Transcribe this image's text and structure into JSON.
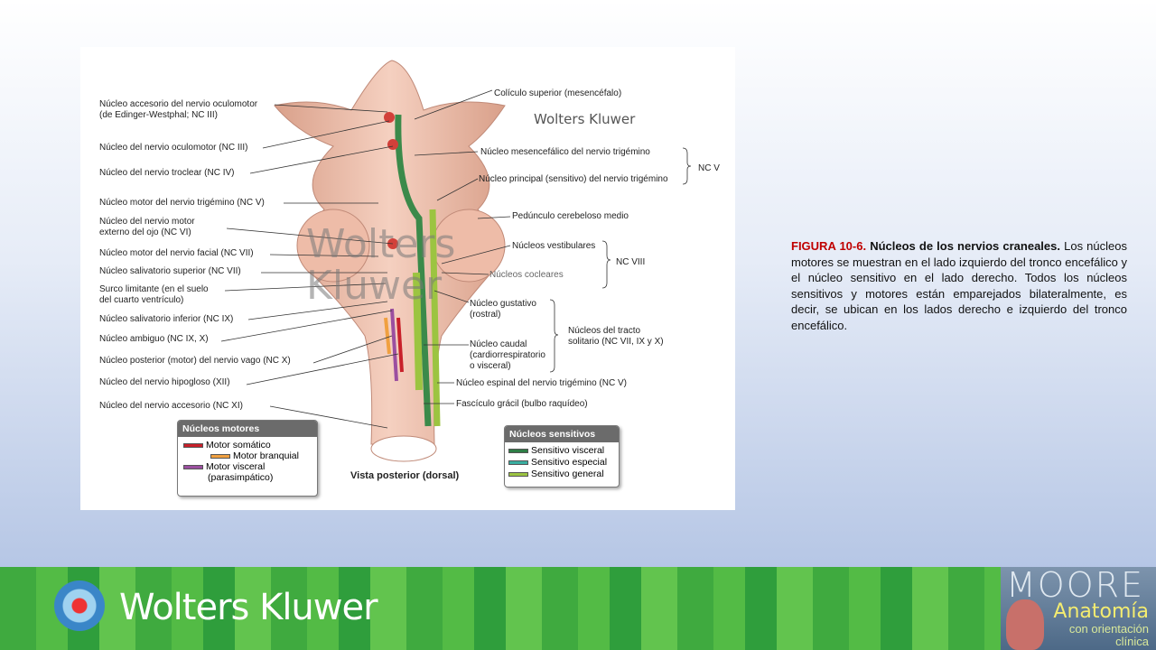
{
  "figure": {
    "watermark_small": "Wolters Kluwer",
    "watermark_large": "Wolters Kluwer",
    "left_labels": [
      [
        "Núcleo accesorio del nervio oculomotor",
        "(de Edinger-Westphal; NC III)"
      ],
      [
        "Núcleo del nervio oculomotor (NC III)"
      ],
      [
        "Núcleo del nervio troclear (NC IV)"
      ],
      [
        "Núcleo motor del nervio trigémino (NC V)"
      ],
      [
        "Núcleo del nervio motor",
        "externo del ojo (NC VI)"
      ],
      [
        "Núcleo motor del nervio facial (NC VII)"
      ],
      [
        "Núcleo salivatorio superior (NC VII)"
      ],
      [
        "Surco limitante (en el suelo",
        "del cuarto ventrículo)"
      ],
      [
        "Núcleo salivatorio inferior (NC IX)"
      ],
      [
        "Núcleo ambiguo (NC IX, X)"
      ],
      [
        "Núcleo posterior (motor) del nervio vago (NC X)"
      ],
      [
        "Núcleo del nervio hipogloso (XII)"
      ],
      [
        "Núcleo del nervio accesorio (NC XI)"
      ]
    ],
    "right_labels": {
      "coliculo": "Colículo superior (mesencéfalo)",
      "mesencefalico": "Núcleo mesencefálico del nervio trigémino",
      "principal": "Núcleo principal (sensitivo) del nervio trigémino",
      "nc_v": "NC V",
      "pedunculo": "Pedúnculo cerebeloso medio",
      "vestibulares": "Núcleos vestibulares",
      "cocleares": "Núcleos cocleares",
      "nc_viii": "NC VIII",
      "gustativo": [
        "Núcleo gustativo",
        "(rostral)"
      ],
      "caudal": [
        "Núcleo caudal",
        "(cardiorrespiratorio",
        "o visceral)"
      ],
      "tracto": [
        "Núcleos del tracto",
        "solitario (NC VII, IX y X)"
      ],
      "espinal": "Núcleo espinal del nervio trigémino (NC V)",
      "fasciculo": "Fascículo grácil (bulbo raquídeo)"
    },
    "view_label": "Vista posterior (dorsal)",
    "legend_motor": {
      "title": "Núcleos motores",
      "items": [
        {
          "label": "Motor somático",
          "color": "#c8202a"
        },
        {
          "label": "Motor branquial",
          "color": "#f0a040"
        },
        {
          "label": "Motor visceral",
          "label2": "(parasimpático)",
          "color": "#9b4fa0"
        }
      ]
    },
    "legend_sensory": {
      "title": "Núcleos sensitivos",
      "items": [
        {
          "label": "Sensitivo visceral",
          "color": "#2e7d46"
        },
        {
          "label": "Sensitivo especial",
          "color": "#3aaea0"
        },
        {
          "label": "Sensitivo general",
          "color": "#9cc441"
        }
      ]
    }
  },
  "caption": {
    "figure_number": "FIGURA 10-6.",
    "title": "Núcleos de los nervios craneales.",
    "body": "Los núcleos motores se muestran en el lado izquierdo del tronco encefálico y el núcleo sensitivo en el lado derecho. Todos los núcleos sensitivos y motores están emparejados bilateralmente, es decir, se ubican en los lados derecho e izquierdo del tronco encefálico."
  },
  "footer": {
    "brand": "Wolters Kluwer",
    "book_title": "MOORE",
    "book_subtitle": "Anatomía",
    "book_subtitle2": "con orientación",
    "book_subtitle3": "clínica"
  }
}
